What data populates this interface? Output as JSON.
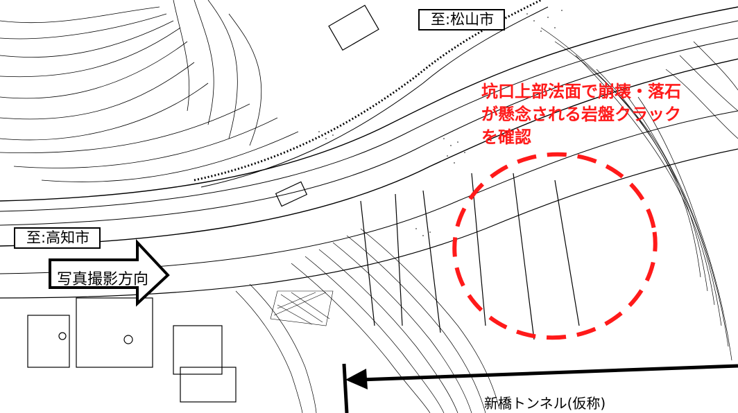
{
  "labels": {
    "destination_matsuyama": "至:松山市",
    "destination_kochi": "至:高知市",
    "photo_direction": "写真撮影方向",
    "tunnel_name": "新橋トンネル(仮称)",
    "crack_note_line1": "坑口上部法面で崩壊・落石",
    "crack_note_line2": "が懸念される岩盤クラック",
    "crack_note_line3": "を確認"
  },
  "colors": {
    "linework": "#000000",
    "annotation": "#ff1a1a",
    "background": "#ffffff"
  }
}
